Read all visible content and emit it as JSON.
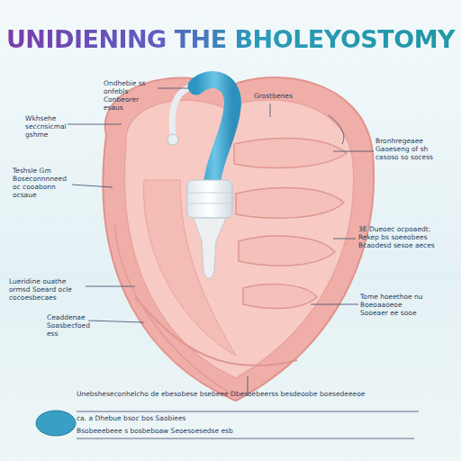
{
  "diagram": {
    "title": "UNIDIENING THE BHOLEYOSTOMY",
    "labels": [
      "Ondhebie ss onfebls Conbeorer esaus",
      "Wkhsehe seccnsicmal gshme",
      "Teshsle Gm Boseconnnneed oc cooabonn ocsaue",
      "Lueridine ouathe ormsd Soeard ocle cocoesbecaes",
      "Ceaddenae Soasbecfoed ess",
      "Grostbenes",
      "Bronhregeaee Gaoeseng of sh casoso so socess",
      "3E Dueoec ocpoaedt: Rekep bs soeeobees Bcaodesd sesoe aeces",
      "Tome hoeethoe nu Boeoaaoeoe Sooeaer ee sooe",
      "Unebsheseconhelcho de ebesobese bsebeee Dbesoebeerss besdeoobe boesedeeeoe",
      "ca. a Dhebue bsoc bos Saobiees",
      "Bsobeeebeee s bosbeboaw Seoesoesedse esb"
    ]
  }
}
